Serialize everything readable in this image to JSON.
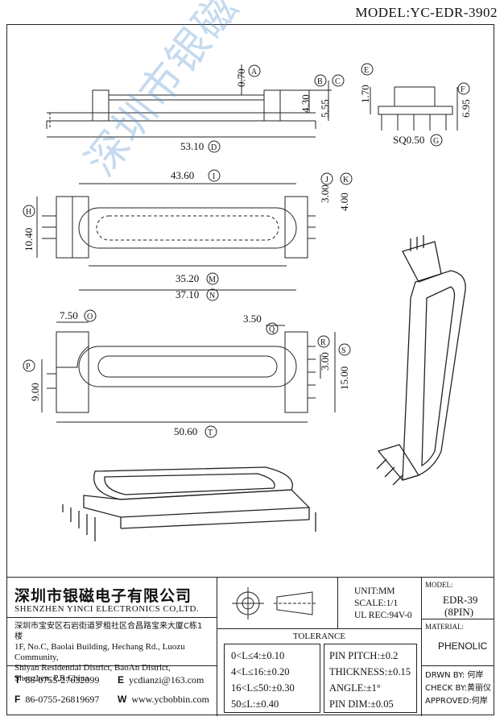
{
  "model": "MODEL:YC-EDR-3902",
  "dims": {
    "d070": "0.70",
    "A": "A",
    "d430": "4.30",
    "B": "B",
    "d555": "5.55",
    "C": "C",
    "d5310": "53.10",
    "D": "D",
    "d170": "1.70",
    "E": "E",
    "d695": "6.95",
    "F": "F",
    "sq050": "SQ0.50",
    "G": "G",
    "d1040": "10.40",
    "H": "H",
    "d4360": "43.60",
    "I": "I",
    "d300a": "3.00",
    "J": "J",
    "d400": "4.00",
    "K": "K",
    "d3520": "35.20",
    "M": "M",
    "d3710": "37.10",
    "N": "N",
    "d750": "7.50",
    "O": "O",
    "d350": "3.50",
    "Q": "Q",
    "d900": "9.00",
    "P": "P",
    "d300b": "3.00",
    "R": "R",
    "d1500": "15.00",
    "S": "S",
    "d5060": "50.60",
    "T": "T"
  },
  "watermark": "深圳市银磁电子有限公司",
  "company": {
    "name_cn": "深圳市银磁电子有限公司",
    "name_en": "SHENZHEN YINCI ELECTRONICS CO,LTD.",
    "addr_cn": "深圳市宝安区石岩街道罗租社区合昌路宝来大厦C栋1楼",
    "addr_en1": "1F, No.C, Baolai Building, Hechang Rd., Luozu Community,",
    "addr_en2": "Shiyan Residential District, BaoAn District,",
    "addr_en3": "Shenzhen, P.R.China",
    "tel_label": "T",
    "tel": "86-0755-27632099",
    "fax_label": "F",
    "fax": "86-0755-26819697",
    "email_label": "E",
    "email": "ycdianzi@163.com",
    "web_label": "W",
    "web": "www.ycbobbin.com"
  },
  "spec": {
    "unit": "UNIT:MM",
    "scale": "SCALE:1/1",
    "ul": "UL REC:94V-0",
    "model_label": "MODEL:",
    "model_value": "EDR-39",
    "pin": "(8PIN)",
    "material_label": "MATERIAL:",
    "material_value": "PHENOLIC",
    "tolerance": "TOLERANCE",
    "tol1": "0<L≤4:±0.10",
    "tol2": "4<L≤16:±0.20",
    "tol3": "16<L≤50:±0.30",
    "tol4": "50≤L:±0.40",
    "pitch": "PIN PITCH:±0.2",
    "thick": "THICKNESS:±0.15",
    "angle": "ANGLE:±1°",
    "pindim": "PIN DIM:±0.05",
    "drwn": "DRWN BY: 何岸",
    "check": "CHECK BY:黄丽仪",
    "approved": "APPROVED:何岸"
  }
}
